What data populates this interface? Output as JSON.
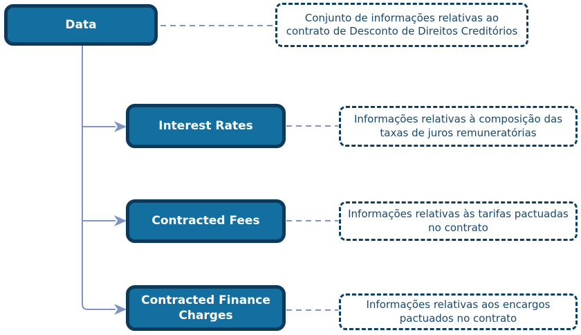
{
  "diagram": {
    "root": {
      "label": "Data",
      "description": "Conjunto de informações relativas ao contrato de Desconto de Direitos Creditórios"
    },
    "children": [
      {
        "label": "Interest Rates",
        "description": "Informações relativas à composição das taxas de juros remuneratórias"
      },
      {
        "label": "Contracted Fees",
        "description": "Informações relativas às tarifas pactuadas no contrato"
      },
      {
        "label": "Contracted Finance Charges",
        "description": "Informações relativas aos encargos pactuados no contrato"
      }
    ],
    "colors": {
      "node_fill": "#136fa0",
      "node_border": "#0c3a5a",
      "node_text": "#ffffff",
      "annotation_border": "#0e3f63",
      "annotation_text": "#17486d",
      "connector": "#7e93c6",
      "background": "#ffffff"
    }
  }
}
